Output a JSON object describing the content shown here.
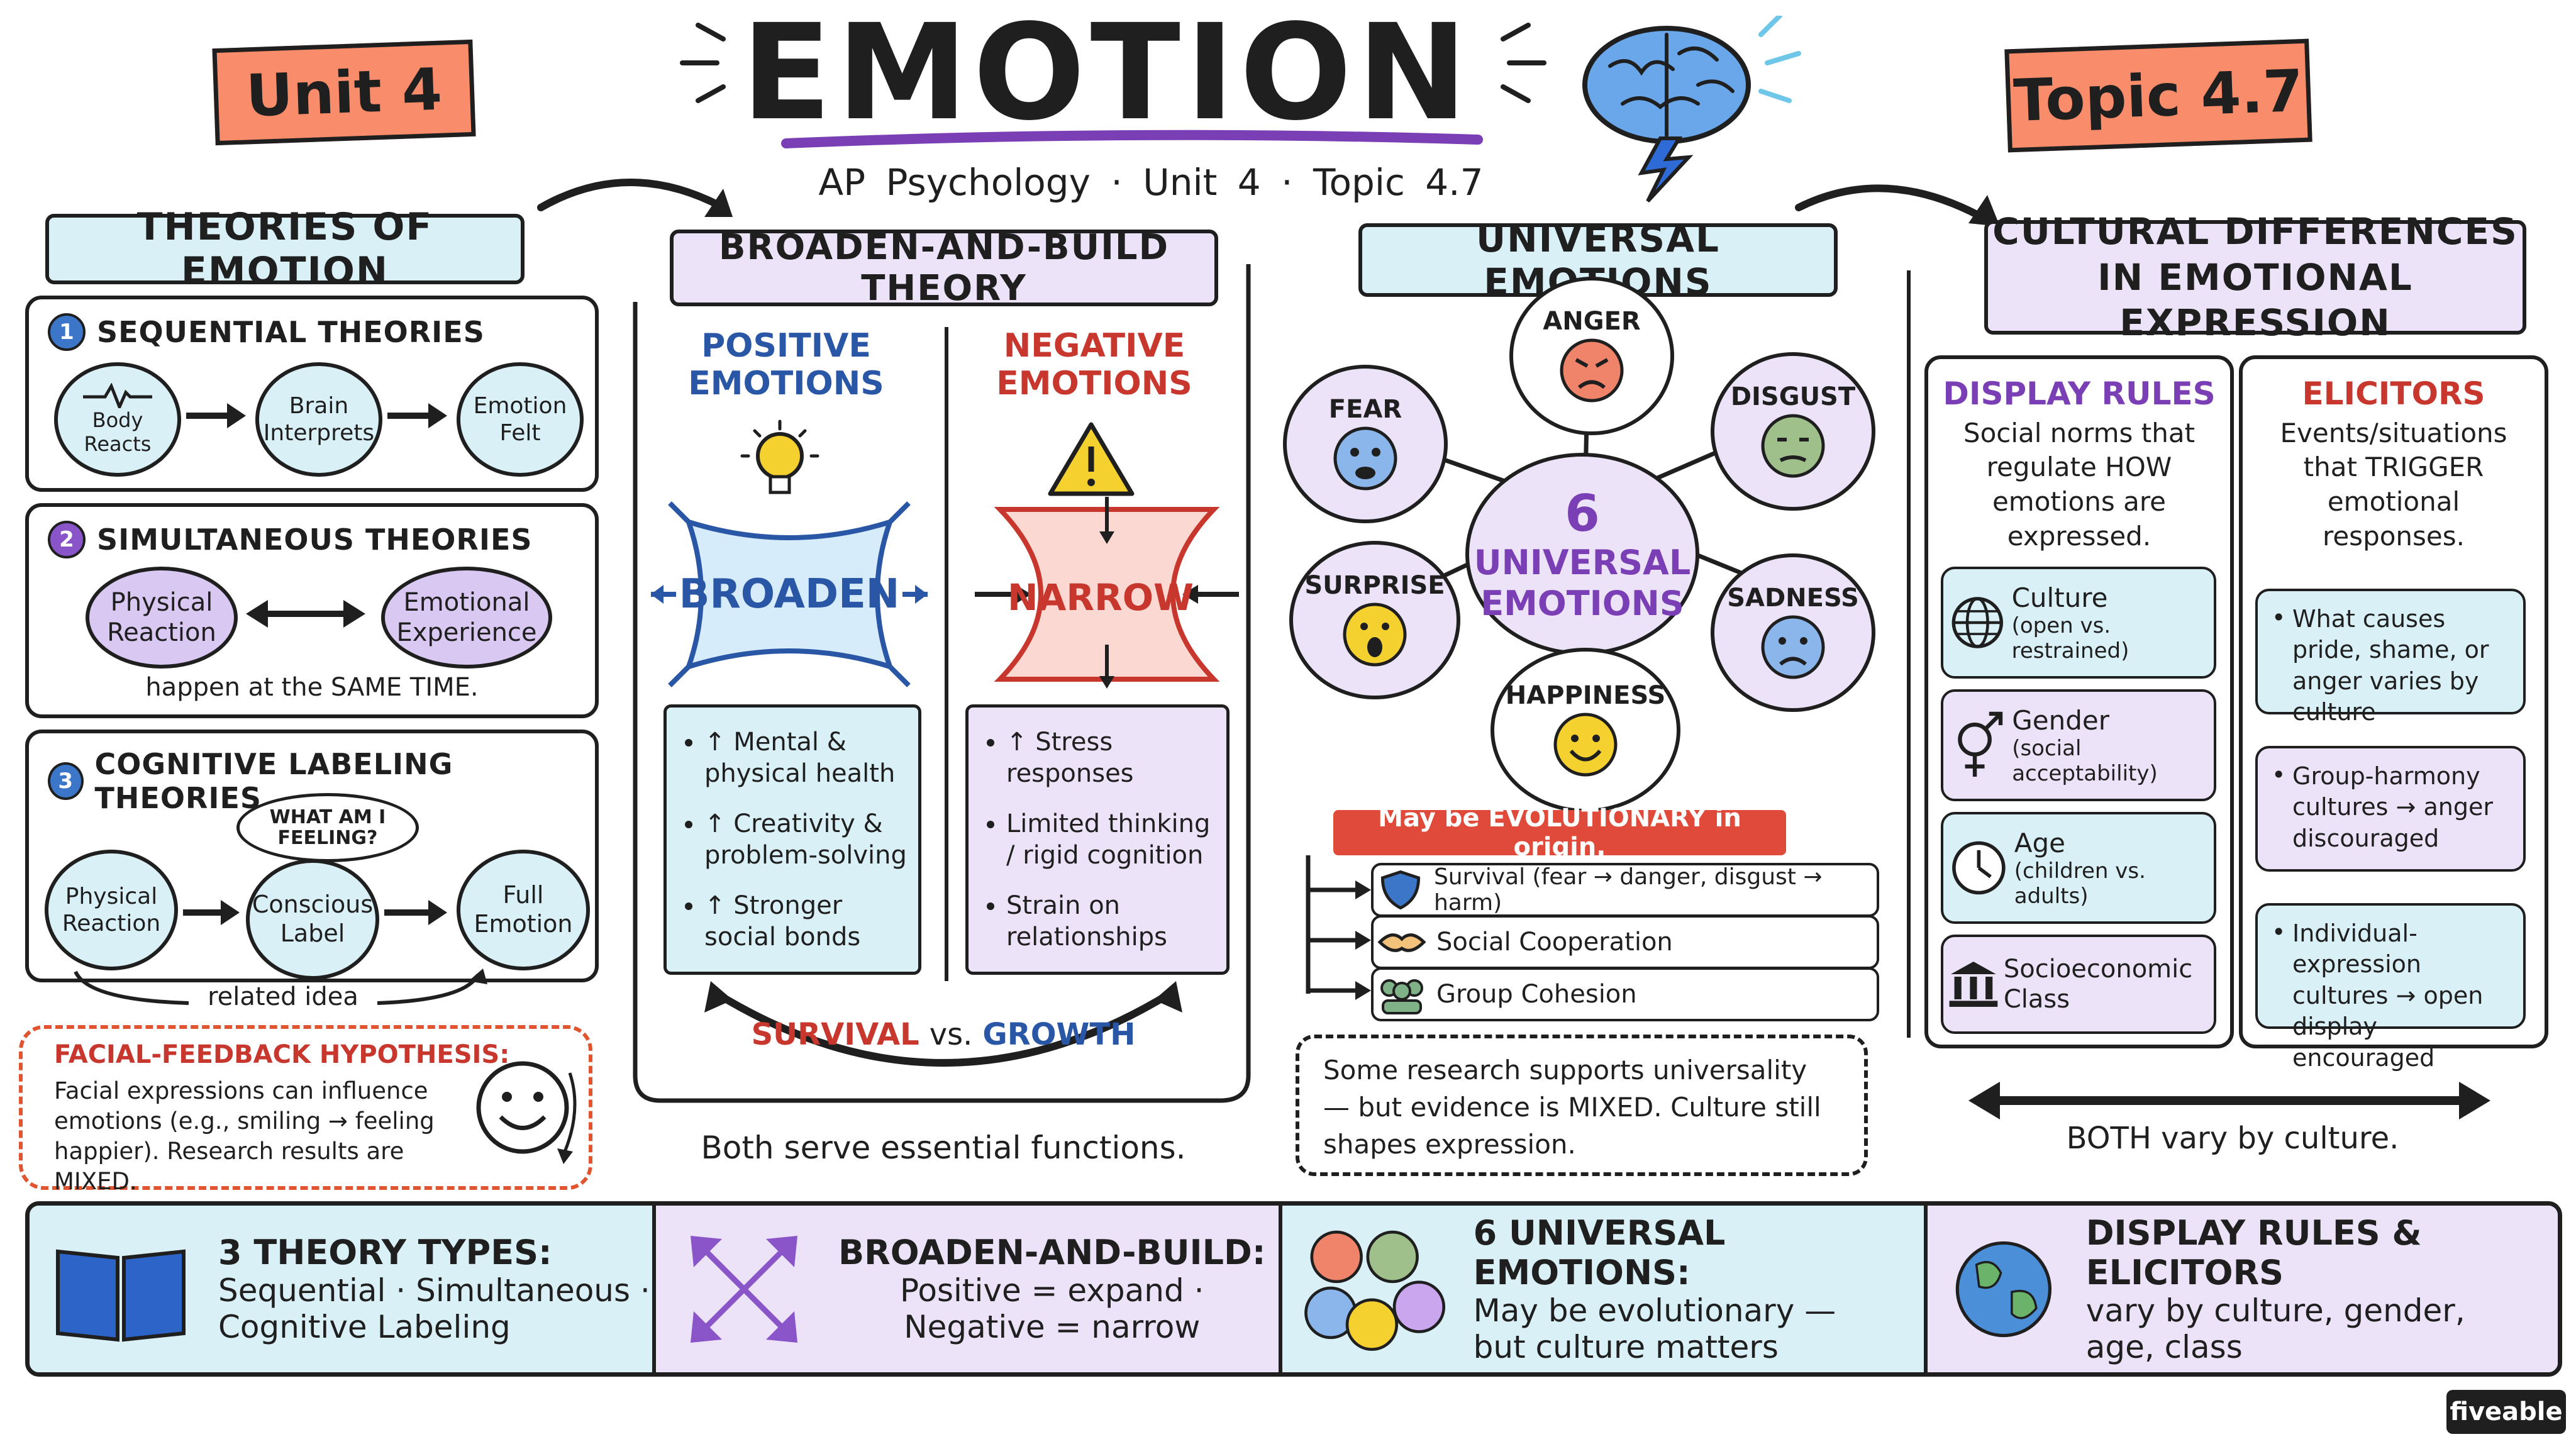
{
  "header": {
    "unit_badge": "Unit 4",
    "title": "EMOTION",
    "subtitle": "AP Psychology · Unit 4 · Topic 4.7",
    "topic_badge": "Topic 4.7"
  },
  "theories": {
    "header": "THEORIES OF EMOTION",
    "sequential": {
      "number": "1",
      "title": "SEQUENTIAL THEORIES",
      "steps": [
        "Body Reacts",
        "Brain Interprets",
        "Emotion Felt"
      ]
    },
    "simultaneous": {
      "number": "2",
      "title": "SIMULTANEOUS THEORIES",
      "left": "Physical Reaction",
      "right": "Emotional Experience",
      "caption": "happen at the SAME TIME."
    },
    "cognitive": {
      "number": "3",
      "title": "COGNITIVE LABELING THEORIES",
      "bubble": "WHAT AM I FEELING?",
      "steps": [
        "Physical Reaction",
        "Conscious Label",
        "Full Emotion"
      ],
      "related": "related idea"
    },
    "facial_feedback": {
      "title": "FACIAL-FEEDBACK HYPOTHESIS:",
      "body": "Facial expressions can influence emotions (e.g., smiling → feeling happier). Research results are MIXED."
    }
  },
  "broaden": {
    "header": "BROADEN-AND-BUILD THEORY",
    "positive_title": "POSITIVE EMOTIONS",
    "negative_title": "NEGATIVE EMOTIONS",
    "broaden_word": "BROADEN",
    "narrow_word": "NARROW",
    "positive_list": [
      "↑ Mental & physical health",
      "↑ Creativity & problem-solving",
      "↑ Stronger social bonds"
    ],
    "negative_list": [
      "↑ Stress responses",
      "Limited thinking / rigid cognition",
      "Strain on relationships"
    ],
    "survival": "SURVIVAL",
    "vs": "vs.",
    "growth": "GROWTH",
    "footer": "Both serve essential functions."
  },
  "universal": {
    "header": "UNIVERSAL EMOTIONS",
    "center_number": "6",
    "center_label": "UNIVERSAL EMOTIONS",
    "emotions": [
      "ANGER",
      "DISGUST",
      "SADNESS",
      "HAPPINESS",
      "SURPRISE",
      "FEAR"
    ],
    "evolutionary": "May be EVOLUTIONARY in origin.",
    "functions": [
      "Survival (fear → danger, disgust → harm)",
      "Social Cooperation",
      "Group Cohesion"
    ],
    "note": "Some research supports universality — but evidence is MIXED. Culture still shapes expression."
  },
  "cultural": {
    "header_line1": "CULTURAL DIFFERENCES",
    "header_line2": "IN EMOTIONAL EXPRESSION",
    "display_rules": {
      "title": "DISPLAY RULES",
      "desc": "Social norms that regulate HOW emotions are expressed.",
      "items": [
        {
          "label": "Culture",
          "sub": "(open vs. restrained)"
        },
        {
          "label": "Gender",
          "sub": "(social acceptability)"
        },
        {
          "label": "Age",
          "sub": "(children vs. adults)"
        },
        {
          "label": "Socioeconomic Class",
          "sub": ""
        }
      ]
    },
    "elicitors": {
      "title": "ELICITORS",
      "desc": "Events/situations that TRIGGER emotional responses.",
      "items": [
        "What causes pride, shame, or anger varies by culture",
        "Group-harmony cultures → anger discouraged",
        "Individual-expression cultures → open display encouraged"
      ]
    },
    "footer": "BOTH vary by culture."
  },
  "summary": [
    {
      "title": "3 THEORY TYPES:",
      "line1": "Sequential · Simultaneous ·",
      "line2": "Cognitive Labeling"
    },
    {
      "title": "BROADEN-AND-BUILD:",
      "line1": "Positive = expand ·",
      "line2": "Negative = narrow"
    },
    {
      "title": "6 UNIVERSAL EMOTIONS:",
      "line1": "May be evolutionary —",
      "line2": "but culture matters"
    },
    {
      "title": "DISPLAY RULES & ELICITORS",
      "line1": "vary by culture, gender,",
      "line2": "age, class"
    }
  ],
  "brand": "fiveable",
  "colors": {
    "accent_red": "#c8372d",
    "accent_blue": "#2a56a6",
    "accent_purple": "#7b3fb5",
    "badge_orange": "#f98c6a"
  }
}
